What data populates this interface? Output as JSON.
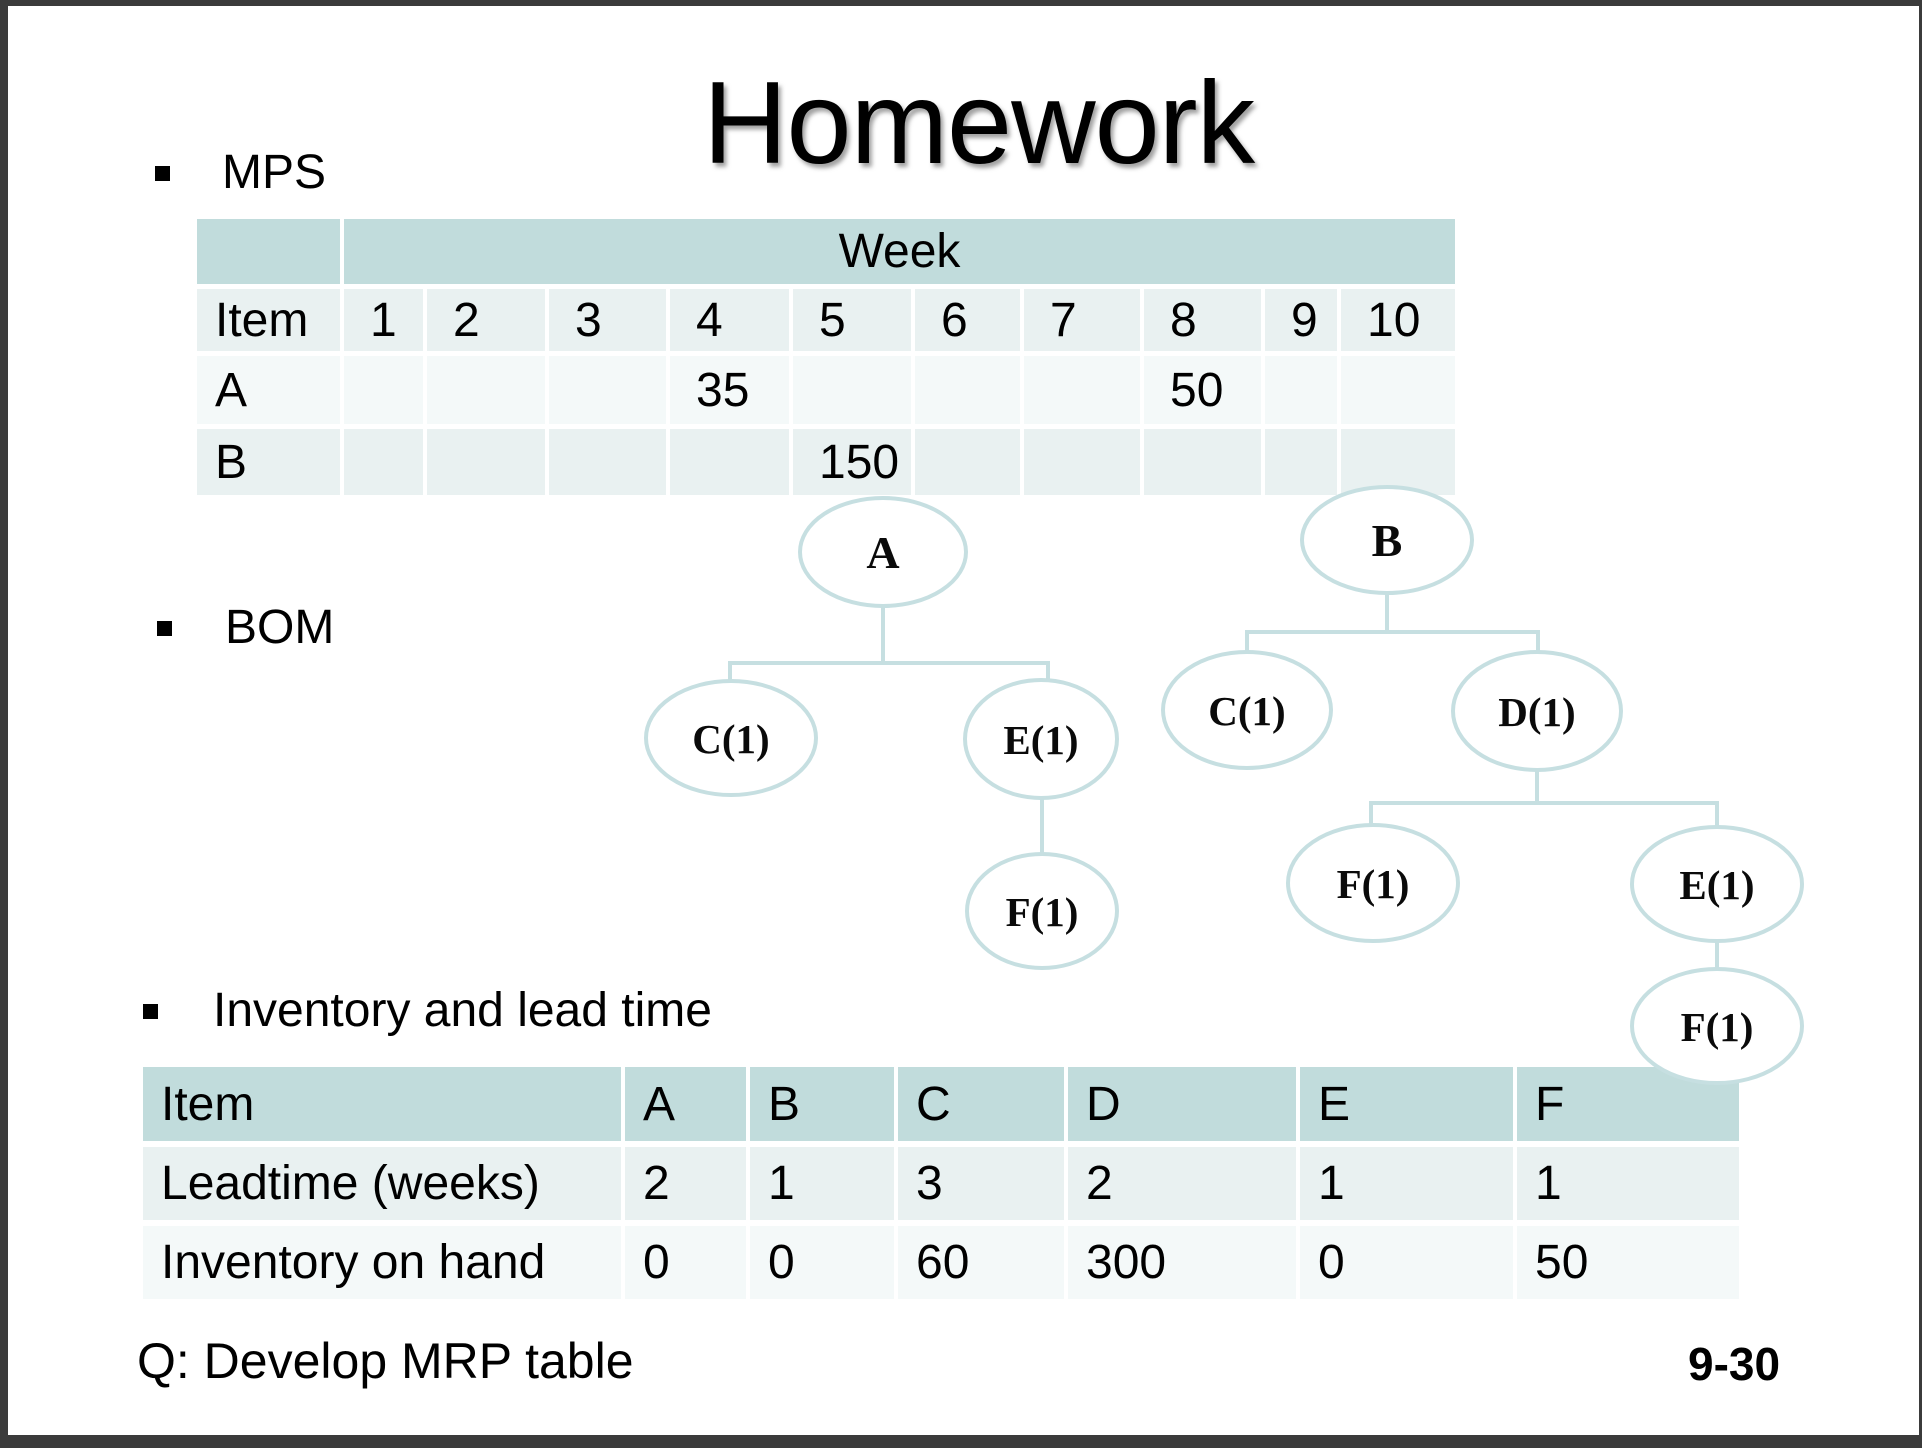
{
  "title": "Homework",
  "page_number": "9-30",
  "question": "Q: Develop MRP table",
  "bullets": {
    "mps": "MPS",
    "bom": "BOM",
    "inventory": "Inventory and lead time"
  },
  "mps_table": {
    "week_header": "Week",
    "item_header": "Item",
    "week_numbers": [
      "1",
      "2",
      "3",
      "4",
      "5",
      "6",
      "7",
      "8",
      "9",
      "10"
    ],
    "rows": [
      {
        "item": "A",
        "values": [
          "",
          "",
          "",
          "35",
          "",
          "",
          "",
          "50",
          "",
          ""
        ]
      },
      {
        "item": "B",
        "values": [
          "",
          "",
          "",
          "",
          "150",
          "",
          "",
          "",
          "",
          ""
        ]
      }
    ]
  },
  "bom": {
    "a_root": "A",
    "a_c": "C(1)",
    "a_e": "E(1)",
    "a_f": "F(1)",
    "b_root": "B",
    "b_c": "C(1)",
    "b_d": "D(1)",
    "b_f1": "F(1)",
    "b_e": "E(1)",
    "b_f2": "F(1)"
  },
  "inventory_table": {
    "headers": [
      "Item",
      "A",
      "B",
      "C",
      "D",
      "E",
      "F"
    ],
    "rows": [
      {
        "label": "Leadtime (weeks)",
        "values": [
          "2",
          "1",
          "3",
          "2",
          "1",
          "1"
        ]
      },
      {
        "label": "Inventory on hand",
        "values": [
          "0",
          "0",
          "60",
          "300",
          "0",
          "50"
        ]
      }
    ]
  },
  "colors": {
    "header_teal": "#c1dcdc",
    "row_light": "#e9f1f1",
    "row_lighter": "#f4f9f9",
    "tree_stroke": "#c6dfe1",
    "frame_dark": "#3b3b3b"
  }
}
